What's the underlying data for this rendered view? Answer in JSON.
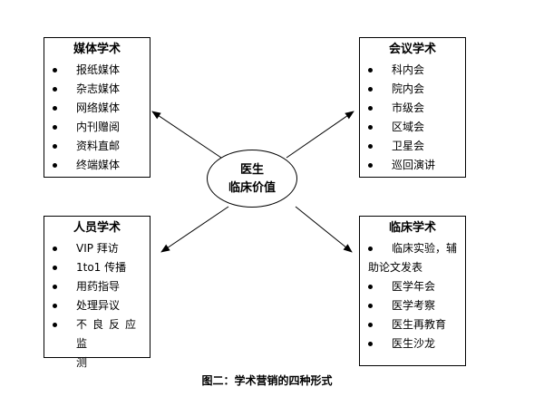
{
  "center": {
    "line1": "医生",
    "line2": "临床价值"
  },
  "boxes": {
    "media": {
      "title": "媒体学术",
      "items": [
        "报纸媒体",
        "杂志媒体",
        "网络媒体",
        "内刊赠阅",
        "资料直邮",
        "终端媒体"
      ]
    },
    "meeting": {
      "title": "会议学术",
      "items": [
        "科内会",
        "院内会",
        "市级会",
        "区域会",
        "卫星会",
        "巡回演讲"
      ]
    },
    "people": {
      "title": "人员学术",
      "items": [
        "VIP 拜访",
        "1to1 传播",
        "用药指导",
        "处理异议",
        "不良反应监",
        "测"
      ]
    },
    "clinic": {
      "title": "临床学术",
      "items": [
        "临床实验，辅",
        "助论文发表",
        "医学年会",
        "医学考察",
        "医生再教育",
        "医生沙龙"
      ]
    }
  },
  "caption": "图二：学术营销的四种形式"
}
